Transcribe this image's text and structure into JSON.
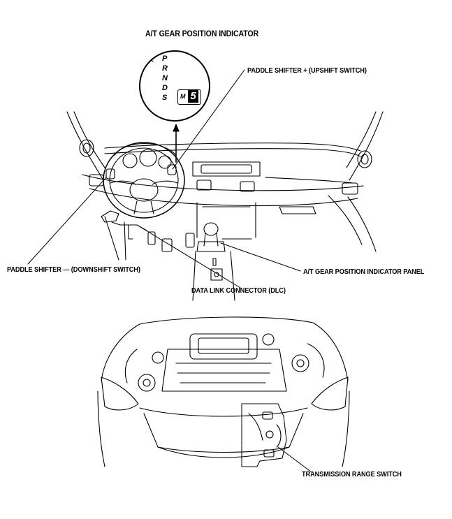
{
  "title": "A/T GEAR POSITION INDICATOR",
  "indicator": {
    "gears": [
      "P",
      "R",
      "N",
      "D",
      "S"
    ],
    "mode_letter": "M",
    "display_value": "5"
  },
  "callouts": {
    "paddle_up": "PADDLE SHIFTER + (UPSHIFT SWITCH)",
    "paddle_down": "PADDLE SHIFTER — (DOWNSHIFT SWITCH)",
    "indicator_panel": "A/T GEAR POSITION INDICATOR PANEL",
    "dlc": "DATA LINK CONNECTOR (DLC)",
    "trans_range": "TRANSMISSION RANGE SWITCH"
  }
}
